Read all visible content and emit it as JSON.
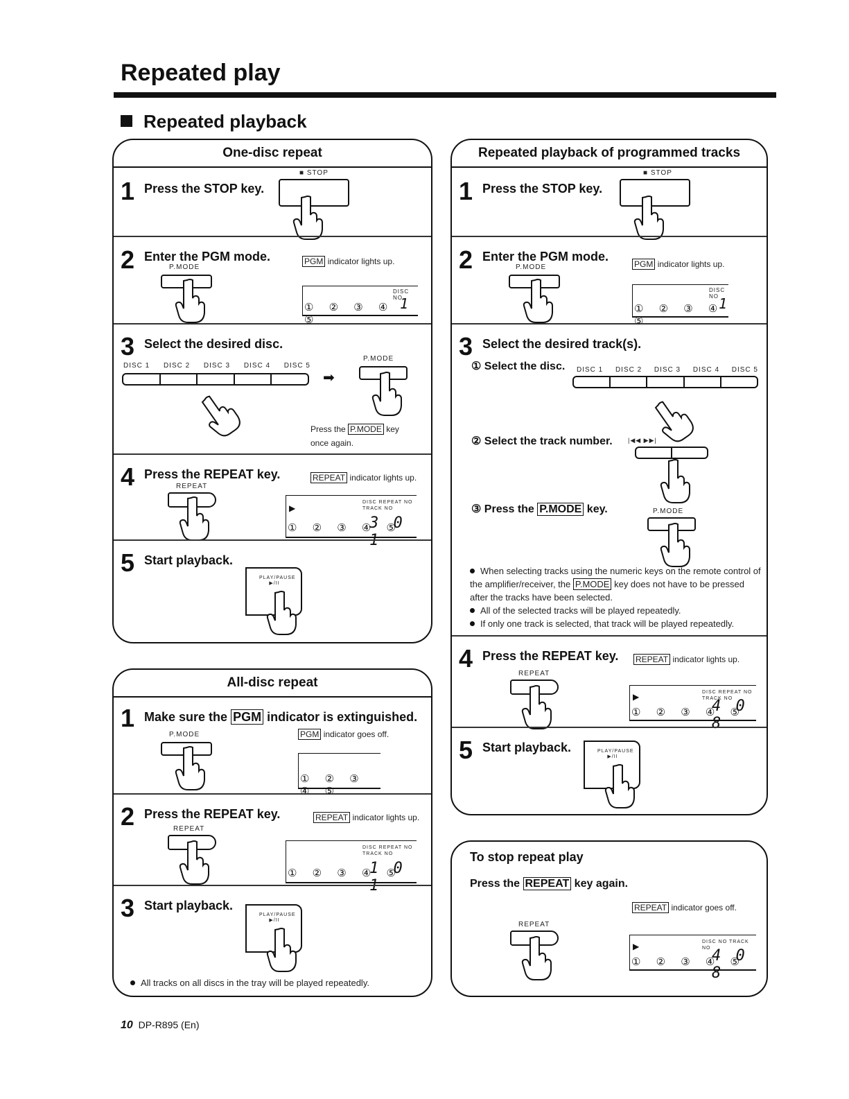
{
  "page": {
    "title": "Repeated play",
    "subtitle": "Repeated playback",
    "footer_page": "10",
    "footer_model": "DP-R895 (En)"
  },
  "one_disc": {
    "header": "One-disc repeat",
    "s1_num": "1",
    "s1_text": "Press the STOP key.",
    "s1_key": "■ STOP",
    "s2_num": "2",
    "s2_text": "Enter the PGM mode.",
    "s2_key": "P.MODE",
    "s2_ind": "PGM",
    "s2_ind_text": "indicator lights up.",
    "s2_disc_no": "DISC NO",
    "s2_circles": "① ② ③ ④ ⑤",
    "s2_seg": "1",
    "s3_num": "3",
    "s3_text": "Select the desired disc.",
    "s3_discs": [
      "DISC 1",
      "DISC 2",
      "DISC 3",
      "DISC 4",
      "DISC 5"
    ],
    "s3_key": "P.MODE",
    "s3_note_a": "Press the",
    "s3_note_key": "P.MODE",
    "s3_note_b": "key",
    "s3_note_c": "once again.",
    "s4_num": "4",
    "s4_text": "Press the REPEAT key.",
    "s4_key": "REPEAT",
    "s4_ind": "REPEAT",
    "s4_ind_text": "indicator lights up.",
    "s4_labels": "DISC REPEAT NO TRACK NO",
    "s4_circles": "① ② ③ ④ ⑤",
    "s4_seg": "3 0 1",
    "s5_num": "5",
    "s5_text": "Start playback.",
    "s5_key": "PLAY/PAUSE ▶/II"
  },
  "all_disc": {
    "header": "All-disc repeat",
    "s1_num": "1",
    "s1_text_a": "Make sure the",
    "s1_ind": "PGM",
    "s1_text_b": "indicator is extinguished.",
    "s1_key": "P.MODE",
    "s1_ind2": "PGM",
    "s1_ind_text": "indicator goes off.",
    "s1_circles": "① ② ③ ④ ⑤",
    "s2_num": "2",
    "s2_text": "Press the REPEAT key.",
    "s2_key": "REPEAT",
    "s2_ind": "REPEAT",
    "s2_ind_text": "indicator lights up.",
    "s2_labels": "DISC REPEAT NO TRACK NO",
    "s2_circles": "① ② ③ ④ ⑤",
    "s2_seg": "1 0 1",
    "s3_num": "3",
    "s3_text": "Start playback.",
    "s3_key": "PLAY/PAUSE ▶/II",
    "note": "All tracks on all discs in the tray will be played repeatedly."
  },
  "programmed": {
    "header": "Repeated playback of programmed tracks",
    "s1_num": "1",
    "s1_text": "Press the STOP key.",
    "s1_key": "■ STOP",
    "s2_num": "2",
    "s2_text": "Enter the PGM mode.",
    "s2_key": "P.MODE",
    "s2_ind": "PGM",
    "s2_ind_text": "indicator lights up.",
    "s2_disc_no": "DISC NO",
    "s2_circles": "① ② ③ ④ ⑤",
    "s2_seg": "1",
    "s3_num": "3",
    "s3_text": "Select the desired track(s).",
    "sub1": "① Select the disc.",
    "sub1_discs": [
      "DISC 1",
      "DISC 2",
      "DISC 3",
      "DISC 4",
      "DISC 5"
    ],
    "sub2": "② Select the track number.",
    "sub2_keys": "|◀◀   ▶▶|",
    "sub3_a": "③ Press the",
    "sub3_key": "P.MODE",
    "sub3_b": "key.",
    "sub3_keylabel": "P.MODE",
    "note1_a": "When selecting tracks using the numeric keys on the remote control of the amplifier/receiver, the",
    "note1_key": "P.MODE",
    "note1_b": "key does not have to be pressed after the tracks have been selected.",
    "note2": "All of the selected tracks will be played repeatedly.",
    "note3": "If only one track is selected, that track will be played repeatedly.",
    "s4_num": "4",
    "s4_text": "Press the REPEAT key.",
    "s4_key": "REPEAT",
    "s4_ind": "REPEAT",
    "s4_ind_text": "indicator lights up.",
    "s4_labels": "DISC REPEAT NO TRACK NO",
    "s4_circles": "① ② ③ ④ ⑤",
    "s4_seg": "4 0 8",
    "s5_num": "5",
    "s5_text": "Start playback.",
    "s5_key": "PLAY/PAUSE ▶/II"
  },
  "stop_repeat": {
    "header": "To stop repeat play",
    "text_a": "Press the",
    "key": "REPEAT",
    "text_b": "key again.",
    "ind": "REPEAT",
    "ind_text": "indicator goes off.",
    "key_label": "REPEAT",
    "labels": "DISC NO TRACK NO",
    "circles": "① ② ③ ④ ⑤",
    "seg": "4 0 8"
  }
}
